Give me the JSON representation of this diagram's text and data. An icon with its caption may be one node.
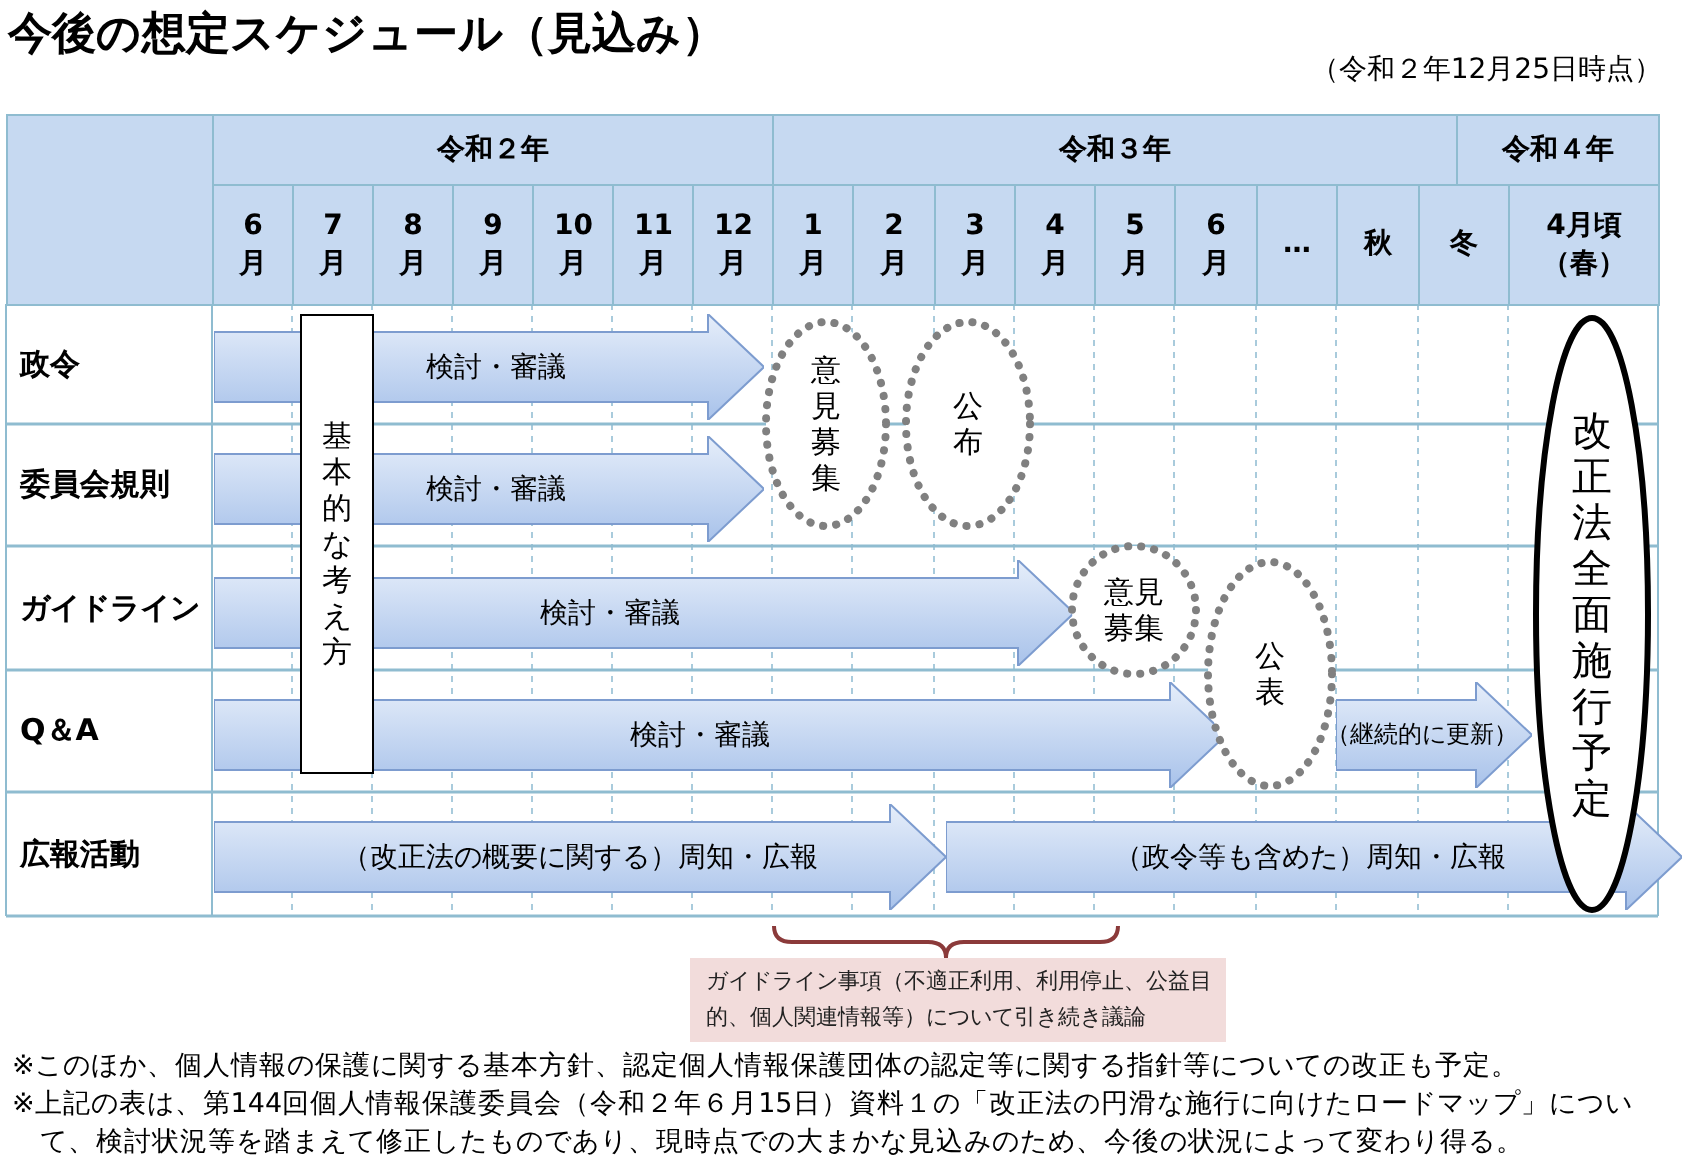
{
  "diagram": {
    "title": "今後の想定スケジュール（見込み）",
    "nodes": [
      {
        "text": [
          "基本的な考え方"
        ]
      },
      {
        "text": [
          "検討・審議"
        ]
      },
      {
        "text": [
          "検討・審議"
        ]
      },
      {
        "text": [
          "意見募集"
        ]
      },
      {
        "text": [
          "公布"
        ]
      },
      {
        "text": [
          "検討・審議"
        ]
      },
      {
        "text": [
          "意見募集"
        ]
      },
      {
        "text": [
          "公表"
        ]
      },
      {
        "text": [
          "検討・審議"
        ]
      },
      {
        "text": [
          "（継続的に更新）"
        ]
      },
      {
        "text": [
          "改正法全面施行予定"
        ]
      },
      {
        "text": [
          "（改正法の概要に関する）周知・広報"
        ]
      },
      {
        "text": [
          "（政令等も含めた）周知・広報"
        ]
      },
      {
        "text": [
          "ガイドライン事項（不適正利用、利用停止、公益目的、個人関連情報等）について引き続き議論"
        ]
      }
    ],
    "labels": [
      "（令和２年12月25日時点）",
      "令和２年",
      "令和３年",
      "令和４年",
      "6月",
      "7月",
      "8月",
      "9月",
      "10月",
      "11月",
      "12月",
      "1月",
      "2月",
      "3月",
      "4月",
      "5月",
      "6月",
      "…",
      "秋",
      "冬",
      "4月頃（春）",
      "政令",
      "委員会規則",
      "ガイドライン",
      "Q＆A",
      "広報活動",
      "※このほか、個人情報の保護に関する基本方針、認定個人情報保護団体の認定等に関する指針等についての改正も予定。",
      "※上記の表は、第144回個人情報保護委員会（令和２年６月15日）資料１の「改正法の円滑な施行に向けたロードマップ」について、検討状況等を踏まえて修正したものであり、現時点での大まかな見込みのため、今後の状況によって変わり得る。"
    ]
  }
}
